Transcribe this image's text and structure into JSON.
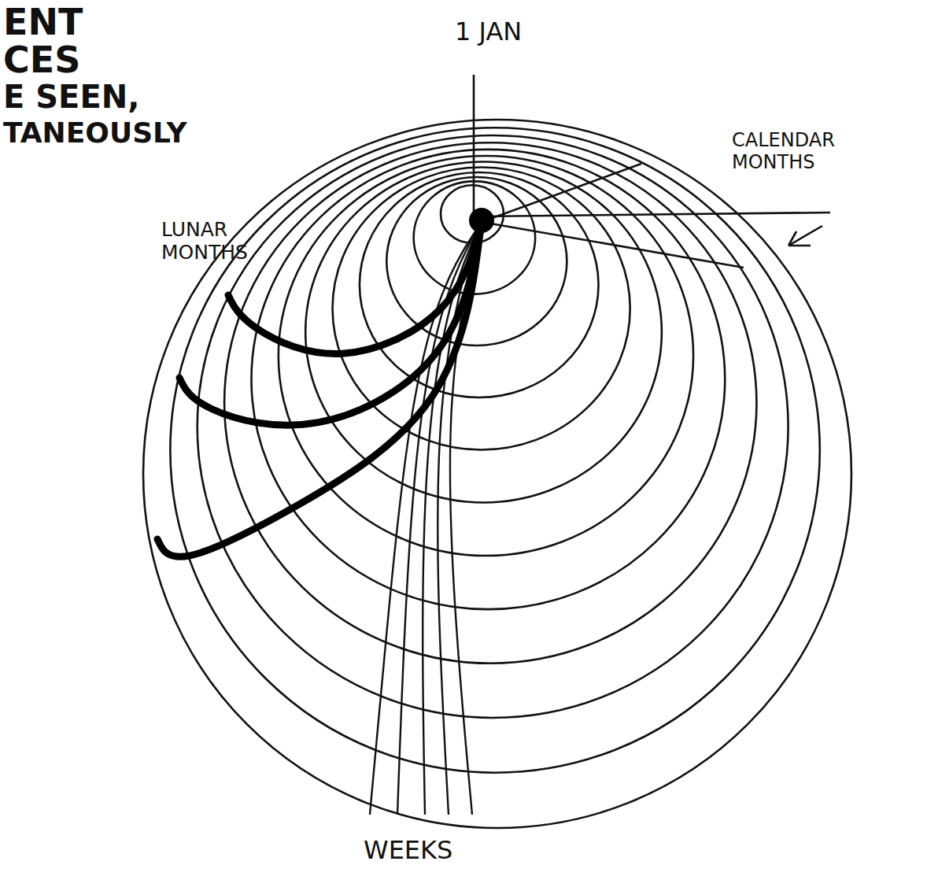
{
  "diagram": {
    "labels": [
      "ENT",
      "CES",
      "E SEEN,",
      "TANEOUSLY",
      "1 JAN",
      "CALENDAR MONTHS",
      "LUNAR MONTHS",
      "WEEKS"
    ]
  }
}
